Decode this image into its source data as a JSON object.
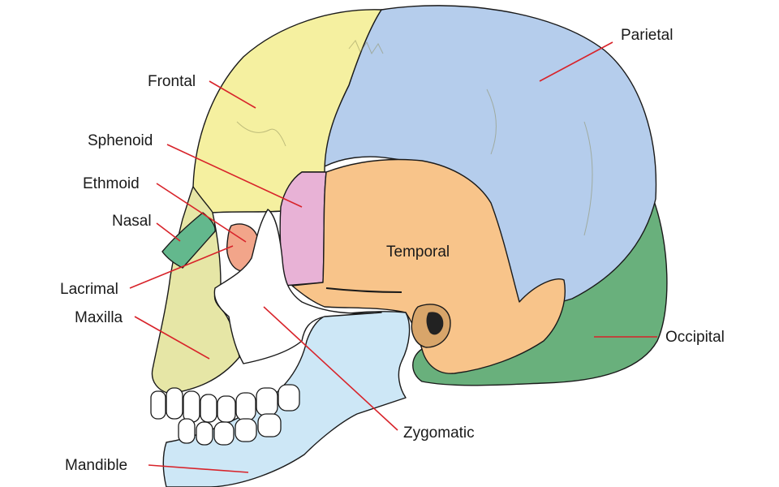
{
  "labels": {
    "parietal": "Parietal",
    "frontal": "Frontal",
    "sphenoid": "Sphenoid",
    "ethmoid": "Ethmoid",
    "nasal": "Nasal",
    "temporal": "Temporal",
    "lacrimal": "Lacrimal",
    "maxilla": "Maxilla",
    "occipital": "Occipital",
    "zygomatic": "Zygomatic",
    "mandible": "Mandible"
  },
  "colors": {
    "parietal": "#b5cdec",
    "frontal": "#f5f0a0",
    "sphenoid": "#e8b2d6",
    "ethmoid": "#f4a070",
    "nasal": "#63b88d",
    "temporal": "#f8c48a",
    "lacrimal": "#f2a58a",
    "maxilla": "#e6e6a6",
    "occipital": "#69b07c",
    "zygomatic": "#ffffff",
    "mandible": "#cde7f6",
    "leader": "#d8232a"
  }
}
